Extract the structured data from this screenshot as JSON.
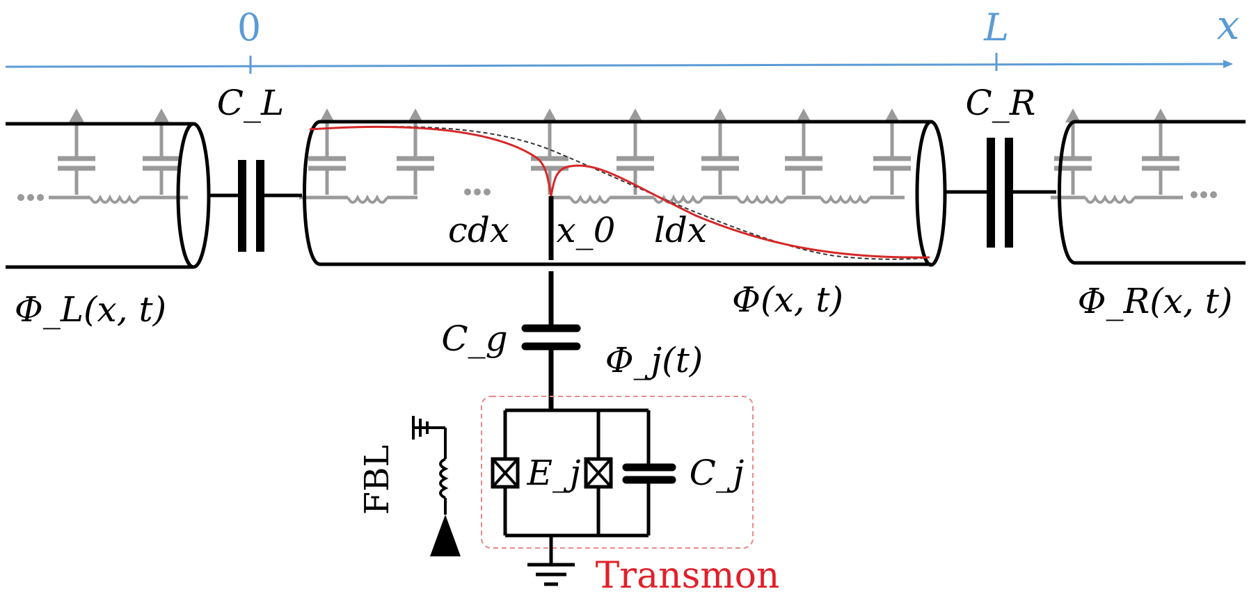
{
  "axis": {
    "origin_label": "0",
    "end_label": "L",
    "variable_label": "x",
    "color": "#5b9bd5"
  },
  "labels": {
    "left_capacitor": "C_L",
    "right_capacitor": "C_R",
    "cdx": "cdx",
    "x0": "x_0",
    "ldx": "ldx",
    "left_field": "Φ_L(x, t)",
    "center_field": "Φ(x, t)",
    "right_field": "Φ_R(x, t)",
    "coupling_capacitor": "C_g",
    "node_flux": "Φ_j(t)",
    "junction_energy": "E_j",
    "junction_capacitor": "C_j",
    "flux_bias_line": "FBL",
    "transmon": "Transmon"
  },
  "colors": {
    "mode_profile": "#d62728",
    "transmon_box": "#e88a8a",
    "transmon_label": "#e0202a",
    "element_gray": "#9a9a9a"
  }
}
